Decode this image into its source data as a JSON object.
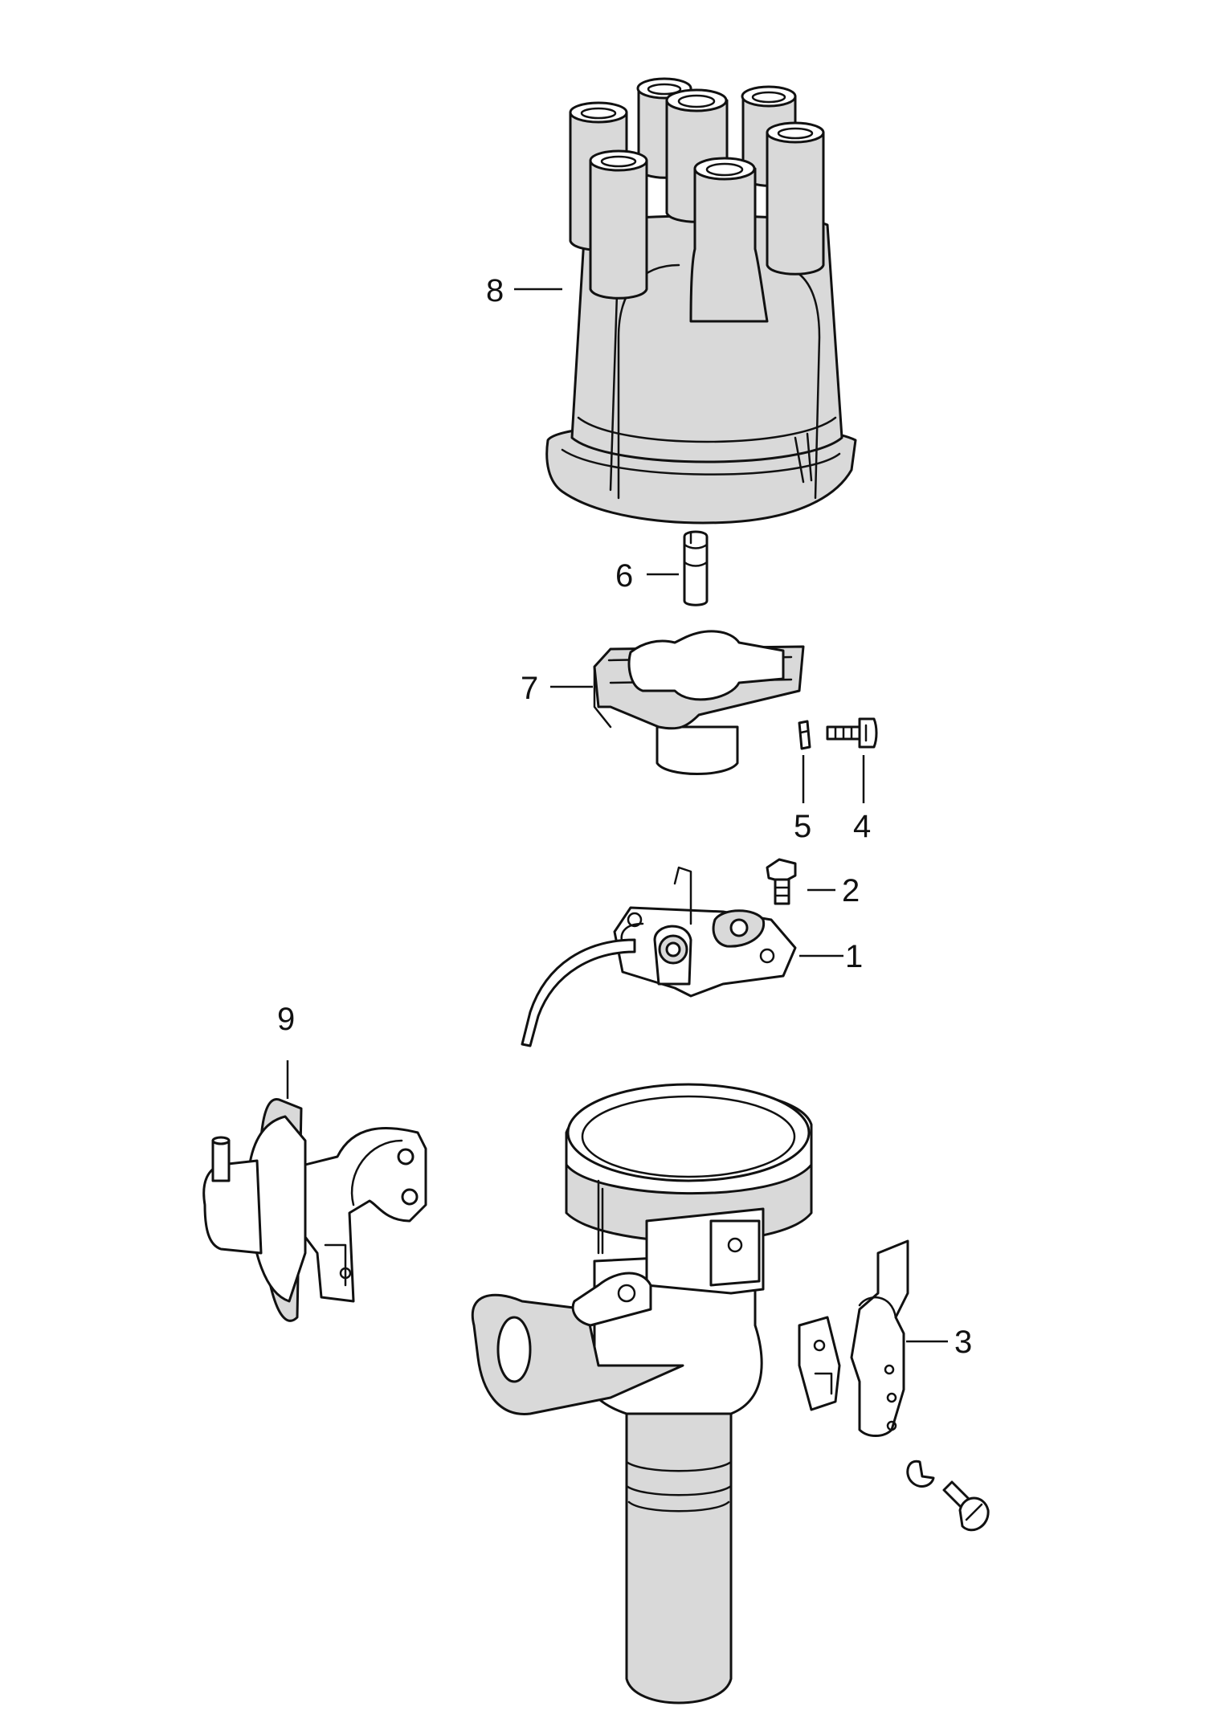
{
  "callouts": [
    {
      "id": "1",
      "label": "1",
      "part": "contact-breaker-points"
    },
    {
      "id": "2",
      "label": "2",
      "part": "hex-screw"
    },
    {
      "id": "3",
      "label": "3",
      "part": "clamp-bracket"
    },
    {
      "id": "4",
      "label": "4",
      "part": "slotted-screw"
    },
    {
      "id": "5",
      "label": "5",
      "part": "washer"
    },
    {
      "id": "6",
      "label": "6",
      "part": "carbon-brush"
    },
    {
      "id": "7",
      "label": "7",
      "part": "distributor-rotor"
    },
    {
      "id": "8",
      "label": "8",
      "part": "distributor-cap"
    },
    {
      "id": "9",
      "label": "9",
      "part": "vacuum-unit"
    }
  ]
}
